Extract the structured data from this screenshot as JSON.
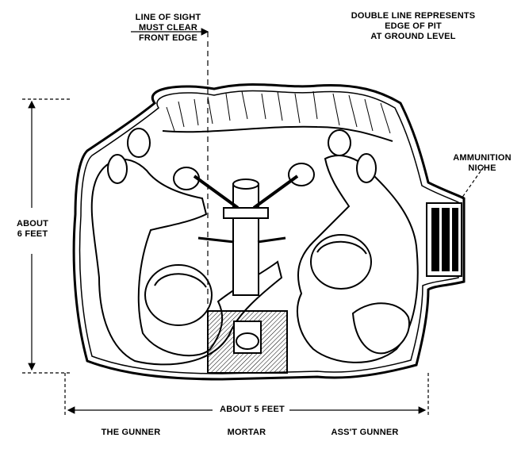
{
  "labels": {
    "line_of_sight": [
      "LINE OF SIGHT",
      "MUST CLEAR",
      "FRONT EDGE"
    ],
    "double_line": [
      "DOUBLE LINE REPRESENTS",
      "EDGE OF PIT",
      "AT GROUND LEVEL"
    ],
    "ammunition_niche": [
      "AMMUNITION",
      "NICHE"
    ],
    "height_dimension": [
      "ABOUT",
      "6 FEET"
    ],
    "width_dimension": "ABOUT 5 FEET",
    "gunner": "THE GUNNER",
    "mortar": "MORTAR",
    "asst_gunner": "ASS'T GUNNER"
  },
  "colors": {
    "ink": "#000000",
    "paper": "#ffffff",
    "shade": "#d9d9d9"
  }
}
